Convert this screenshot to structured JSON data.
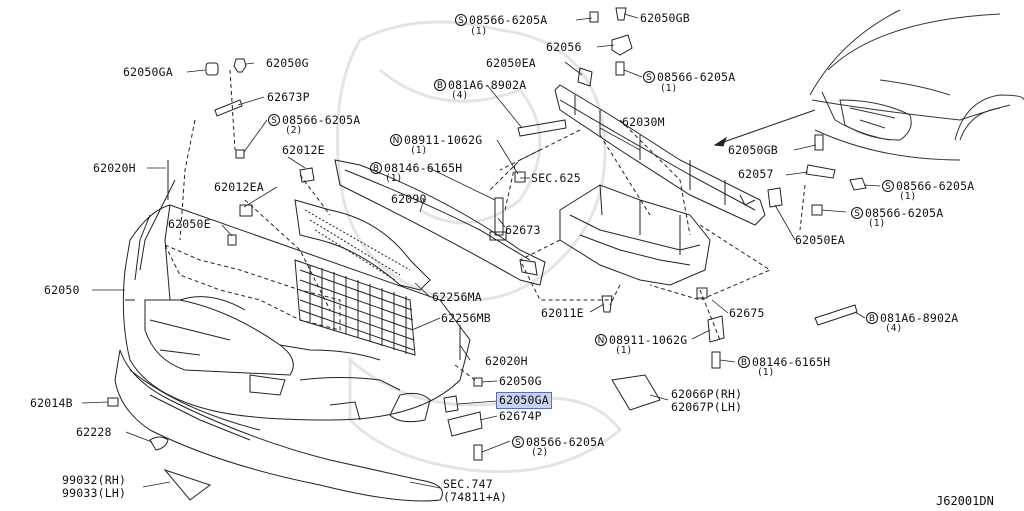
{
  "diagram_code": "J62001DN",
  "labels": {
    "p62050GA_top": "62050GA",
    "p62050G_top": "62050G",
    "p62673P": "62673P",
    "b08566_left": "08566-6205A",
    "q2_left": "(2)",
    "p62020H_left": "62020H",
    "p62012E": "62012E",
    "p62012EA": "62012EA",
    "p62050E": "62050E",
    "p62050": "62050",
    "p62014B": "62014B",
    "p62228": "62228",
    "p99032": "99032(RH)",
    "p99033": "99033(LH)",
    "b08566_top": "08566-6205A",
    "q1_top": "(1)",
    "p62050GB_top": "62050GB",
    "p62056": "62056",
    "p62050EA_top": "62050EA",
    "b08566_mid": "08566-6205A",
    "q1_mid": "(1)",
    "b081A6_top": "081A6-8902A",
    "q4_top": "(4)",
    "n08911_top": "08911-1062G",
    "q1_n_top": "(1)",
    "b08146_top": "08146-6165H",
    "q1_b_top": "(1)",
    "p62090": "62090",
    "sec625": "SEC.625",
    "p62673": "62673",
    "p62030M": "62030M",
    "p62256MA": "62256MA",
    "p62256MB": "62256MB",
    "p62011E": "62011E",
    "p62020H_mid": "62020H",
    "p62050G_mid": "62050G",
    "p62050GA_mid": "62050GA",
    "p62674P": "62674P",
    "b08566_bot": "08566-6205A",
    "q2_bot": "(2)",
    "sec747": "SEC.747",
    "sec747b": "(74811+A)",
    "n08911_bot": "08911-1062G",
    "q1_n_bot": "(1)",
    "p62675": "62675",
    "b08146_bot": "08146-6165H",
    "q1_b_bot": "(1)",
    "p62066P": "62066P(RH)",
    "p62067P": "62067P(LH)",
    "p62050GB_right": "62050GB",
    "p62057": "62057",
    "b08566_r1": "08566-6205A",
    "q1_r1": "(1)",
    "b08566_r2": "08566-6205A",
    "q1_r2": "(1)",
    "p62050EA_right": "62050EA",
    "b081A6_right": "081A6-8902A",
    "q4_right": "(4)"
  },
  "prefix": {
    "s": "S",
    "b": "B",
    "n": "N"
  },
  "highlight_color": "#c9d3f0"
}
